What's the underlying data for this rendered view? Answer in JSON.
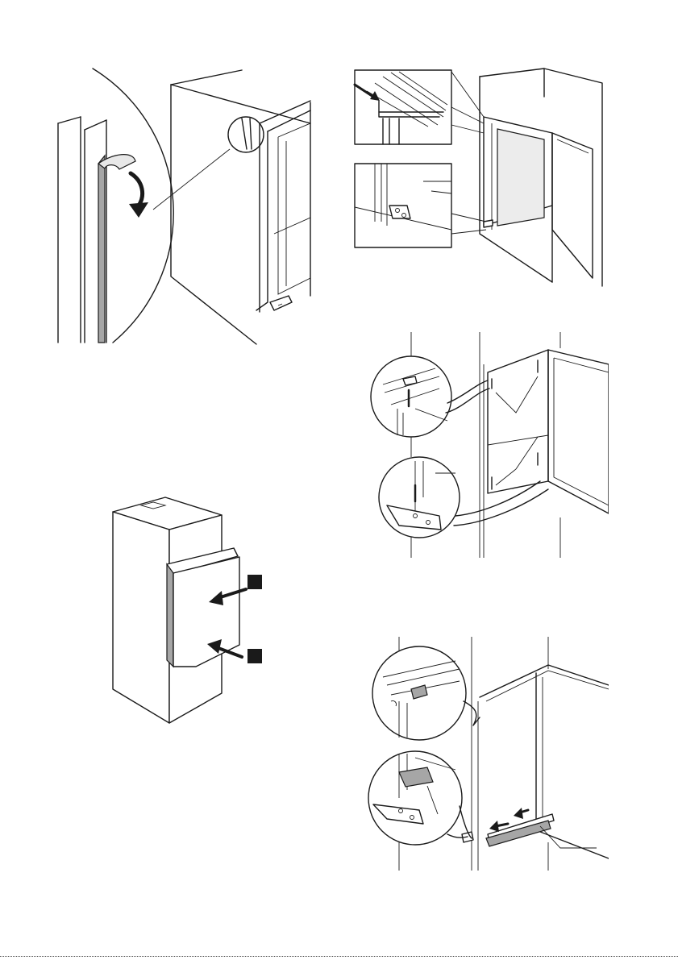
{
  "figures": [
    {
      "id": "fig-1",
      "icon": "door-seal-peel-diagram"
    },
    {
      "id": "fig-2",
      "icon": "door-hinge-alignment-diagram"
    },
    {
      "id": "fig-3",
      "icon": "cabinet-push-in-diagram"
    },
    {
      "id": "fig-4",
      "icon": "screw-fixing-diagram"
    },
    {
      "id": "fig-5",
      "icon": "cover-cap-fitting-diagram"
    }
  ],
  "colors": {
    "line": "#1a1a1a",
    "fill_grey": "#a6a6a6",
    "fill_light": "#e8e8e8"
  }
}
